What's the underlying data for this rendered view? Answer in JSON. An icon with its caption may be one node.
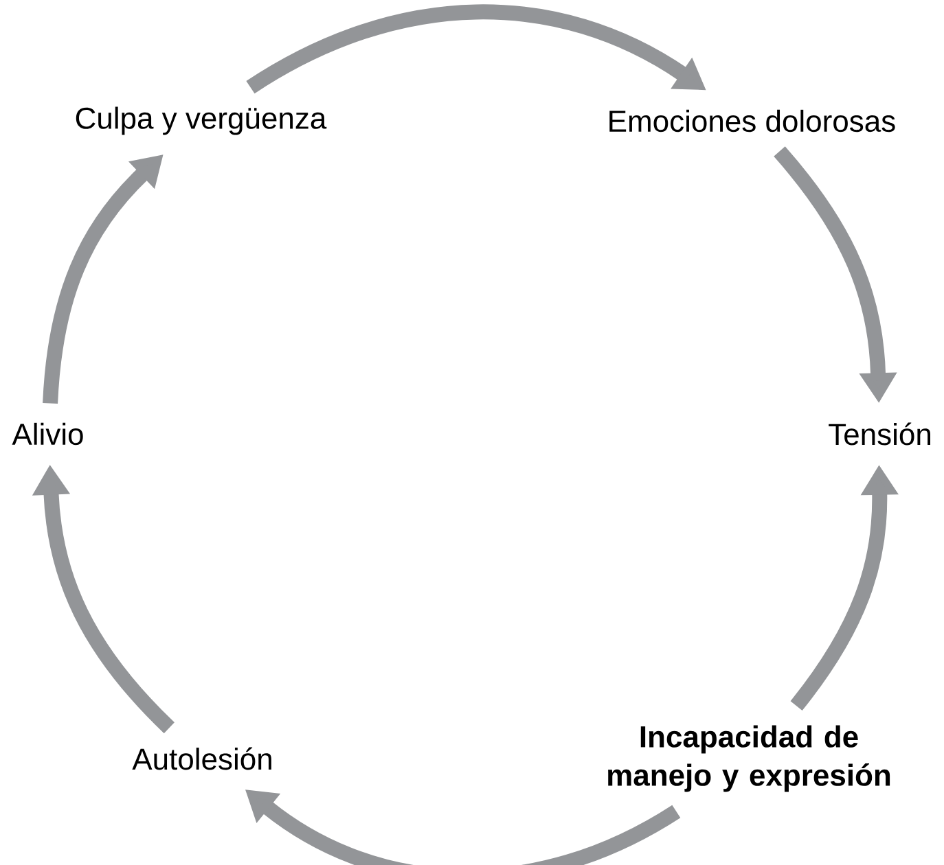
{
  "diagram": {
    "nodes": [
      {
        "text": [
          "Culpa y vergüenza"
        ]
      },
      {
        "text": [
          "Emociones dolorosas"
        ]
      },
      {
        "text": [
          "Alivio"
        ]
      },
      {
        "text": [
          "Tensión"
        ]
      },
      {
        "text": [
          "Autolesión"
        ]
      },
      {
        "text": [
          "Incapacidad de manejo y expresión"
        ]
      }
    ],
    "edges": [
      {
        "from": 0,
        "to": 1,
        "arrow": "to"
      },
      {
        "from": 1,
        "to": 3,
        "arrow": "to"
      },
      {
        "from": 5,
        "to": 3,
        "arrow": "to"
      },
      {
        "from": 5,
        "to": 4,
        "arrow": "to"
      },
      {
        "from": 4,
        "to": 2,
        "arrow": "to"
      },
      {
        "from": 2,
        "to": 0,
        "arrow": "to"
      }
    ]
  }
}
